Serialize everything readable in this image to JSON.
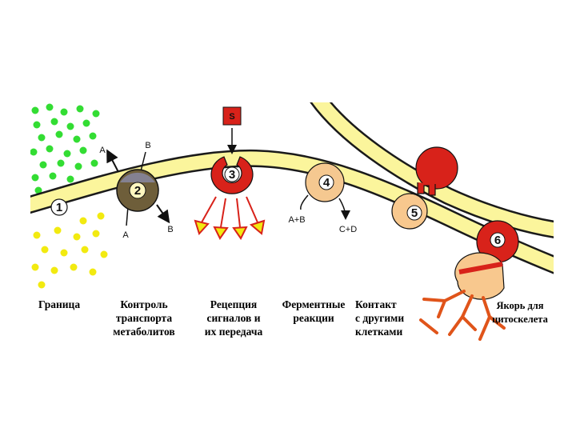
{
  "membrane": {
    "markers": [
      "1",
      "2",
      "3",
      "4",
      "5",
      "6"
    ],
    "transport_labels": {
      "a_top": "A",
      "b_top": "B",
      "a_bottom": "A",
      "b_bottom": "B"
    },
    "signal": "S",
    "enzyme_labels": {
      "substrate": "A+B",
      "product": "C+D"
    }
  },
  "captions": [
    {
      "lines": [
        "Граница"
      ]
    },
    {
      "lines": [
        "Контроль",
        "транспорта",
        "метаболитов"
      ]
    },
    {
      "lines": [
        "Рецепция",
        "сигналов и",
        "их передача"
      ]
    },
    {
      "lines": [
        "Ферментные",
        "реакции"
      ]
    },
    {
      "lines": [
        "Контакт",
        "с другими",
        "клетками"
      ]
    },
    {
      "lines": [
        "Якорь для",
        "цитоскелета"
      ]
    }
  ],
  "colors": {
    "membrane_fill": "#fbf59c",
    "membrane_edge": "#1a1a1a",
    "green_dots": "#33dd33",
    "yellow_dots": "#f2ea10",
    "receptor_red": "#d8221a",
    "enzyme_tan": "#f5c890",
    "transporter_brown": "#6e5e3a",
    "anchor_orange": "#e0541a",
    "peach": "#f8c88e"
  }
}
